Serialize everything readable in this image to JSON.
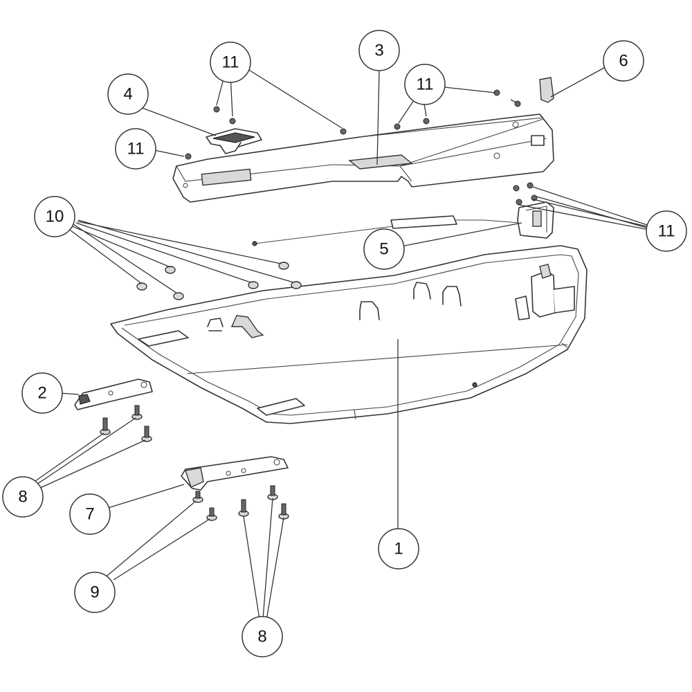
{
  "callouts": [
    {
      "id": "c11a",
      "label": "11"
    },
    {
      "id": "c3",
      "label": "3"
    },
    {
      "id": "c11b",
      "label": "11"
    },
    {
      "id": "c6",
      "label": "6"
    },
    {
      "id": "c4",
      "label": "4"
    },
    {
      "id": "c11c",
      "label": "11"
    },
    {
      "id": "c10",
      "label": "10"
    },
    {
      "id": "c5",
      "label": "5"
    },
    {
      "id": "c11d",
      "label": "11"
    },
    {
      "id": "c2",
      "label": "2"
    },
    {
      "id": "c8a",
      "label": "8"
    },
    {
      "id": "c7",
      "label": "7"
    },
    {
      "id": "c1",
      "label": "1"
    },
    {
      "id": "c9",
      "label": "9"
    },
    {
      "id": "c8b",
      "label": "8"
    }
  ]
}
